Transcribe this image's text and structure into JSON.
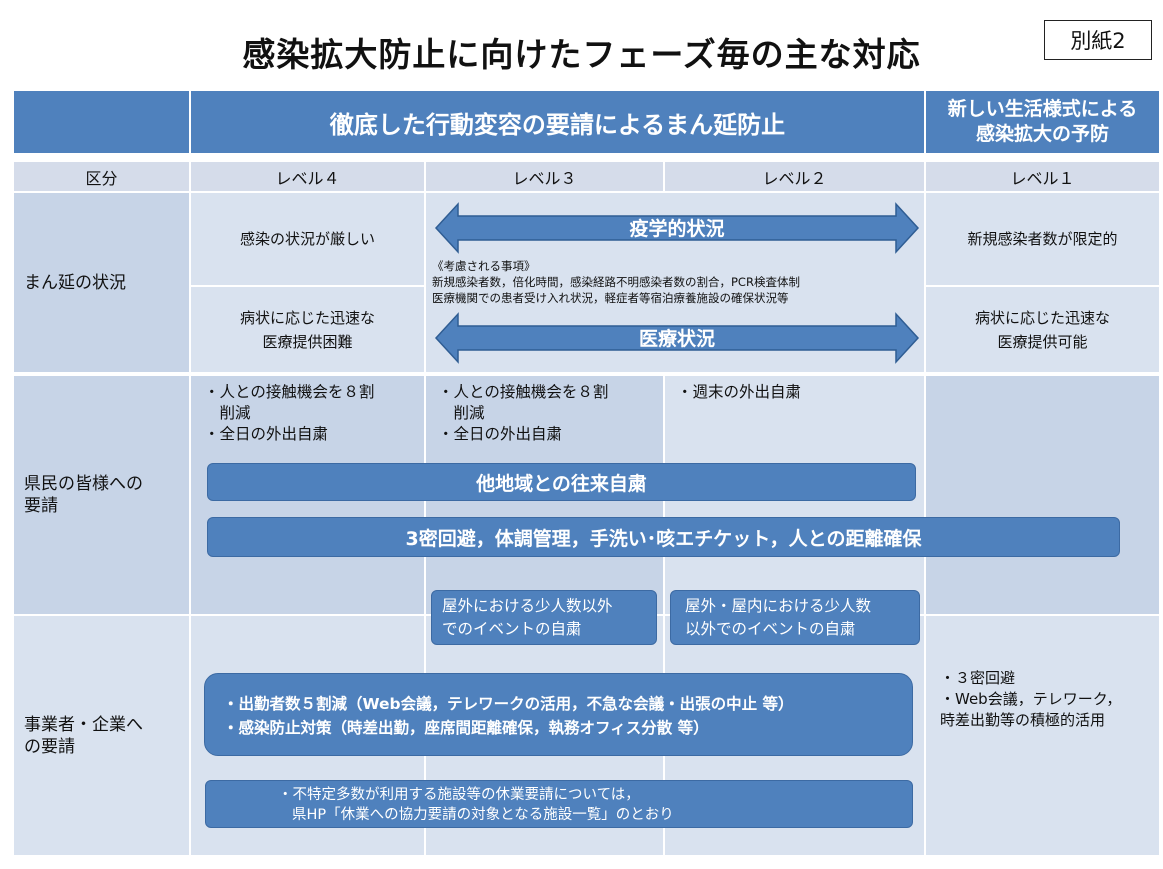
{
  "title": "感染拡大防止に向けたフェーズ毎の主な対応",
  "annex_label": "別紙2",
  "header": {
    "main": "徹底した行動変容の要請によるまん延防止",
    "right": "新しい生活様式による感染拡大の予防"
  },
  "subheader": {
    "kubun": "区分",
    "level4": "レベル４",
    "level3": "レベル３",
    "level2": "レベル２",
    "level1": "レベル１"
  },
  "spread": {
    "label": "まん延の状況",
    "l4_top": "感染の状況が厳しい",
    "l4_bottom_1": "病状に応じた迅速な",
    "l4_bottom_2": "医療提供困難",
    "l1_top": "新規感染者数が限定的",
    "l1_bottom_1": "病状に応じた迅速な",
    "l1_bottom_2": "医療提供可能",
    "arrow_epi": "疫学的状況",
    "arrow_med": "医療状況",
    "considerations_title": "《考慮される事項》",
    "considerations_1": "新規感染者数，倍化時間，感染経路不明感染者数の割合，PCR検査体制",
    "considerations_2": "医療機関での患者受け入れ状況，軽症者等宿泊療養施設の確保状況等"
  },
  "citizens": {
    "label_1": "県民の皆様への",
    "label_2": "要請",
    "l4_b1": "・人との接触機会を８割",
    "l4_b1b": "　削減",
    "l4_b2": "・全日の外出自粛",
    "l3_b1": "・人との接触機会を８割",
    "l3_b1b": "　削減",
    "l3_b2": "・全日の外出自粛",
    "l2_b1": "・週末の外出自粛",
    "box_travel": "他地域との往来自粛",
    "box_3c": "3密回避，体調管理，手洗い･咳エチケット，人との距離確保",
    "event_l3_1": "屋外における少人数以外",
    "event_l3_2": "でのイベントの自粛",
    "event_l2_1": "屋外・屋内における少人数",
    "event_l2_2": "以外でのイベントの自粛"
  },
  "business": {
    "label_1": "事業者・企業へ",
    "label_2": "の要請",
    "box_1a": "・出勤者数５割減（Web会議，テレワークの活用，不急な会議・出張の中止 等）",
    "box_1b": "・感染防止対策（時差出勤，座席間距離確保，執務オフィス分散 等）",
    "box_2a": "・不特定多数が利用する施設等の休業要請については，",
    "box_2b": "県HP「休業への協力要請の対象となる施設一覧」のとおり",
    "l1_b1": "・３密回避",
    "l1_b2": "・Web会議，テレワーク，",
    "l1_b3": "時差出勤等の積極的活用"
  },
  "colors": {
    "header_blue": "#4f81bd",
    "cell_light": "#d9e2ef",
    "cell_mid": "#c7d4e7",
    "subheader": "#d5dcea"
  }
}
